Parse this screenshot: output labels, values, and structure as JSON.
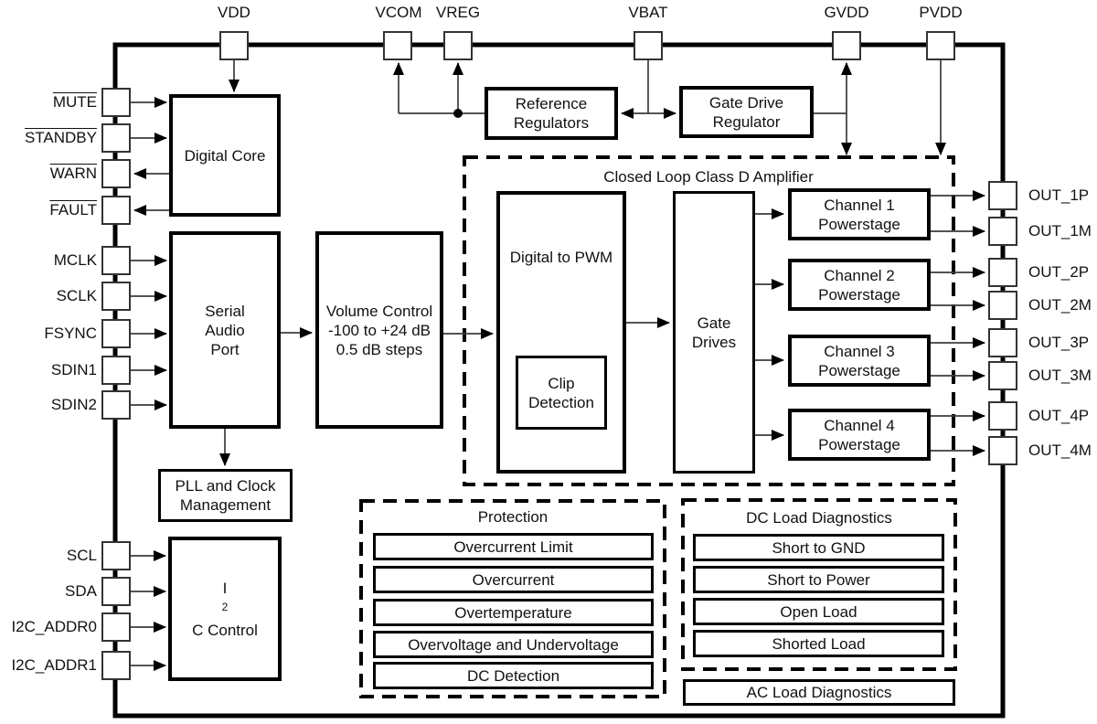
{
  "diagram": {
    "colors": {
      "line": "#000000",
      "wire": "#3c3c3c",
      "background": "#ffffff"
    },
    "pins": {
      "top": [
        "VDD",
        "VCOM",
        "VREG",
        "VBAT",
        "GVDD",
        "PVDD"
      ],
      "left": [
        "MUTE",
        "STANDBY",
        "WARN",
        "FAULT",
        "MCLK",
        "SCLK",
        "FSYNC",
        "SDIN1",
        "SDIN2",
        "SCL",
        "SDA",
        "I2C_ADDR0",
        "I2C_ADDR1"
      ],
      "right": [
        "OUT_1P",
        "OUT_1M",
        "OUT_2P",
        "OUT_2M",
        "OUT_3P",
        "OUT_3M",
        "OUT_4P",
        "OUT_4M"
      ]
    },
    "blocks": {
      "digital_core": {
        "label": "Digital Core"
      },
      "serial_audio_port": {
        "lines": [
          "Serial",
          "Audio",
          "Port"
        ]
      },
      "volume_control": {
        "lines": [
          "Volume Control",
          "-100 to +24 dB",
          "0.5 dB steps"
        ]
      },
      "reference_regulators": {
        "lines": [
          "Reference",
          "Regulators"
        ]
      },
      "gate_drive_regulator": {
        "lines": [
          "Gate Drive",
          "Regulator"
        ]
      },
      "pll": {
        "lines": [
          "PLL and Clock",
          "Management"
        ]
      },
      "i2c_control": {
        "base": "I",
        "sup": "2",
        "rest": "C Control"
      },
      "class_d": {
        "title": "Closed Loop Class D Amplifier"
      },
      "digital_to_pwm": {
        "label": "Digital to PWM"
      },
      "clip_detection": {
        "lines": [
          "Clip",
          "Detection"
        ]
      },
      "gate_drives": {
        "lines": [
          "Gate",
          "Drives"
        ]
      },
      "channels": [
        {
          "lines": [
            "Channel 1",
            "Powerstage"
          ]
        },
        {
          "lines": [
            "Channel 2",
            "Powerstage"
          ]
        },
        {
          "lines": [
            "Channel 3",
            "Powerstage"
          ]
        },
        {
          "lines": [
            "Channel 4",
            "Powerstage"
          ]
        }
      ],
      "protection": {
        "title": "Protection",
        "items": [
          "Overcurrent Limit",
          "Overcurrent",
          "Overtemperature",
          "Overvoltage and Undervoltage",
          "DC Detection"
        ]
      },
      "dc_load": {
        "title": "DC Load Diagnostics",
        "items": [
          "Short to GND",
          "Short to Power",
          "Open Load",
          "Shorted Load"
        ]
      },
      "ac_load": {
        "label": "AC Load Diagnostics"
      }
    }
  }
}
